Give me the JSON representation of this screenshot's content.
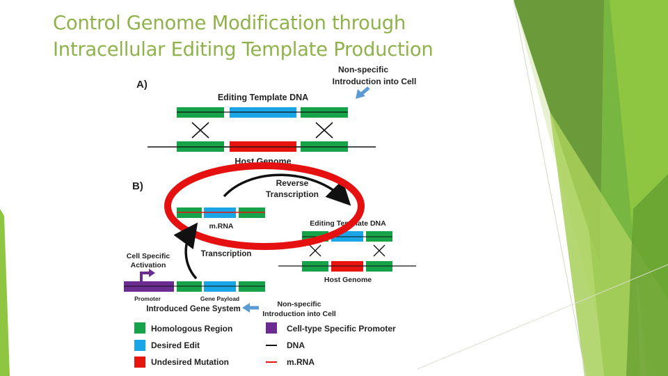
{
  "slide": {
    "title_line1": "Control Genome Modification through",
    "title_line2": "Intracellular Editing Template Production"
  },
  "panel_a": {
    "label": "A)",
    "nonspecific_line1": "Non-specific",
    "nonspecific_line2": "Introduction into Cell",
    "editing_template_label": "Editing Template DNA",
    "host_genome_label": "Host Genome"
  },
  "panel_b": {
    "label": "B)",
    "reverse_line1": "Reverse",
    "reverse_line2": "Transcription",
    "mrna_label": "m.RNA",
    "editing_template_label": "Editing Template DNA",
    "cell_specific_line1": "Cell Specific",
    "cell_specific_line2": "Activation",
    "transcription_label": "Transcription",
    "host_genome_label": "Host Genome",
    "promoter_label": "Promoter",
    "gene_payload_label": "Gene Payload",
    "introduced_gene_system_label": "Introduced Gene System",
    "nonspecific_line1": "Non-specific",
    "nonspecific_line2": "Introduction into Cell"
  },
  "legend": {
    "homologous_region": "Homologous Region",
    "desired_edit": "Desired Edit",
    "undesired_mutation": "Undesired Mutation",
    "cell_type_promoter": "Cell-type Specific Promoter",
    "dna": "DNA",
    "mrna": "m.RNA"
  },
  "colors": {
    "homologous": "#16a34a",
    "desired_edit": "#1aa6e6",
    "undesired_mutation": "#e8140f",
    "promoter": "#6a2c91",
    "highlight_ring": "#e51010",
    "arrow_blue": "#5b9bd5",
    "title": "#8fb34a"
  }
}
